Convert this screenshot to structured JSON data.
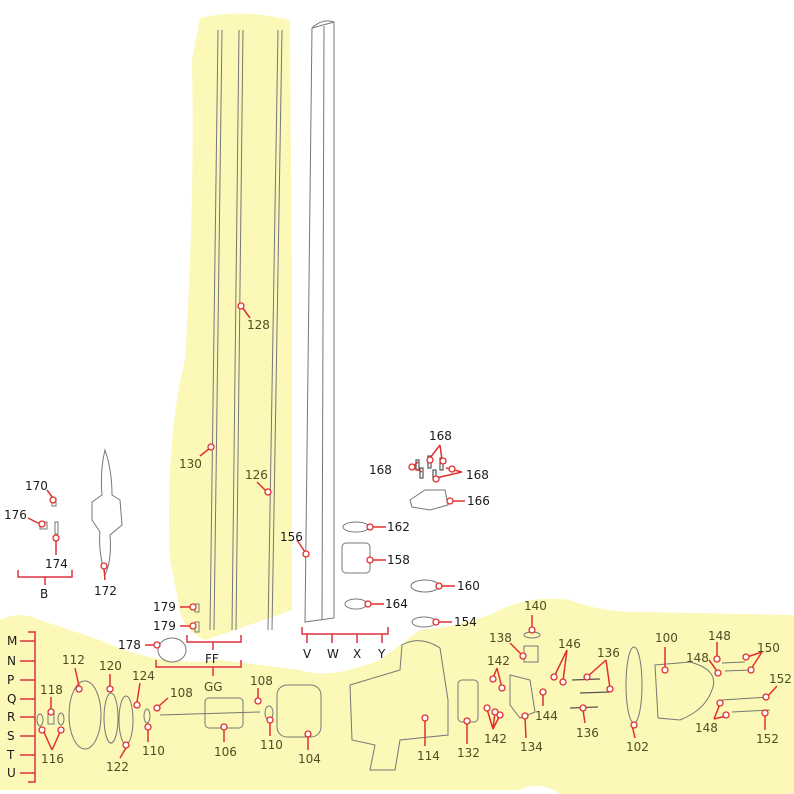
{
  "diagram": {
    "colors": {
      "highlight": "#fbf8b8",
      "leader": "#e03030",
      "label_upper": "#1a1a1a",
      "label_lower": "#4e4e22"
    },
    "row_letters": [
      "M",
      "N",
      "P",
      "Q",
      "R",
      "S",
      "T",
      "U"
    ],
    "group_labels": {
      "b": "B",
      "ff": "FF",
      "gg": "GG",
      "v": "V",
      "w": "W",
      "x": "X",
      "y": "Y"
    },
    "upper_labels": [
      "170",
      "176",
      "174",
      "172",
      "130",
      "128",
      "126",
      "156",
      "168",
      "168",
      "168",
      "166",
      "162",
      "158",
      "160",
      "164",
      "154",
      "179",
      "179",
      "178"
    ],
    "lower_labels": [
      "112",
      "120",
      "118",
      "124",
      "108",
      "116",
      "122",
      "110",
      "106",
      "108",
      "110",
      "104",
      "114",
      "132",
      "142",
      "142",
      "134",
      "138",
      "140",
      "146",
      "144",
      "136",
      "136",
      "102",
      "100",
      "148",
      "148",
      "150",
      "152",
      "148",
      "152"
    ]
  }
}
